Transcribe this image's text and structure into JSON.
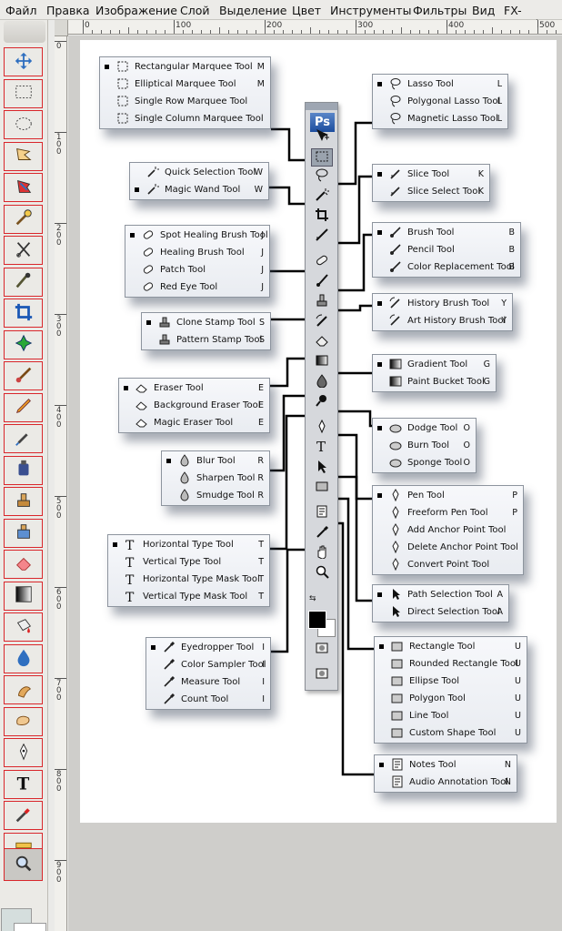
{
  "menubar": {
    "items": [
      "Файл",
      "Правка",
      "Изображение",
      "Слой",
      "Выделение",
      "Цвет",
      "Инструменты",
      "Фильтры",
      "Вид",
      "FX-Foundry"
    ]
  },
  "ruler": {
    "h_ticks": [
      "0",
      "100",
      "200",
      "300",
      "400",
      "500"
    ],
    "v_ticks": [
      "0",
      "1\n0\n0",
      "2\n0\n0",
      "3\n0\n0",
      "4\n0\n0",
      "5\n0\n0",
      "6\n0\n0",
      "7\n0\n0",
      "8\n0\n0",
      "9\n0\n0"
    ]
  },
  "toolbox": {
    "tools": [
      "move-icon",
      "rect-select-icon",
      "ellipse-select-icon",
      "free-select-icon",
      "fuzzy-select-icon",
      "color-select-icon",
      "scissors-icon",
      "foreground-select-icon",
      "crop-icon",
      "heal-icon",
      "brush-icon",
      "pencil-icon",
      "airbrush-icon",
      "ink-icon",
      "clone-icon",
      "perspective-clone-icon",
      "eraser-icon",
      "blend-icon",
      "bucket-icon",
      "blur-icon",
      "smudge-icon",
      "dodge-icon",
      "paths-icon",
      "text-icon",
      "color-picker-icon",
      "measure-icon",
      "zoom-icon"
    ]
  },
  "panel": {
    "logo": "Ps"
  },
  "groups": {
    "marquee": [
      {
        "name": "Rectangular Marquee Tool",
        "key": "M",
        "active": true
      },
      {
        "name": "Elliptical Marquee Tool",
        "key": "M"
      },
      {
        "name": "Single Row Marquee Tool",
        "key": ""
      },
      {
        "name": "Single Column Marquee Tool",
        "key": ""
      }
    ],
    "wand": [
      {
        "name": "Quick Selection Tool",
        "key": "W"
      },
      {
        "name": "Magic Wand Tool",
        "key": "W",
        "active": true
      }
    ],
    "heal": [
      {
        "name": "Spot Healing Brush Tool",
        "key": "J",
        "active": true
      },
      {
        "name": "Healing Brush Tool",
        "key": "J"
      },
      {
        "name": "Patch Tool",
        "key": "J"
      },
      {
        "name": "Red Eye Tool",
        "key": "J"
      }
    ],
    "stamp": [
      {
        "name": "Clone Stamp Tool",
        "key": "S",
        "active": true
      },
      {
        "name": "Pattern Stamp Tool",
        "key": "S"
      }
    ],
    "eraser": [
      {
        "name": "Eraser Tool",
        "key": "E",
        "active": true
      },
      {
        "name": "Background Eraser Tool",
        "key": "E"
      },
      {
        "name": "Magic Eraser Tool",
        "key": "E"
      }
    ],
    "blur": [
      {
        "name": "Blur Tool",
        "key": "R",
        "active": true
      },
      {
        "name": "Sharpen Tool",
        "key": "R"
      },
      {
        "name": "Smudge Tool",
        "key": "R"
      }
    ],
    "type": [
      {
        "name": "Horizontal Type Tool",
        "key": "T",
        "active": true
      },
      {
        "name": "Vertical Type Tool",
        "key": "T"
      },
      {
        "name": "Horizontal Type Mask Tool",
        "key": "T"
      },
      {
        "name": "Vertical Type Mask Tool",
        "key": "T"
      }
    ],
    "eyedrop": [
      {
        "name": "Eyedropper Tool",
        "key": "I",
        "active": true
      },
      {
        "name": "Color Sampler Tool",
        "key": "I"
      },
      {
        "name": "Measure Tool",
        "key": "I"
      },
      {
        "name": "Count Tool",
        "key": "I"
      }
    ],
    "lasso": [
      {
        "name": "Lasso Tool",
        "key": "L",
        "active": true
      },
      {
        "name": "Polygonal Lasso Tool",
        "key": "L"
      },
      {
        "name": "Magnetic Lasso Tool",
        "key": "L"
      }
    ],
    "slice": [
      {
        "name": "Slice Tool",
        "key": "K",
        "active": true
      },
      {
        "name": "Slice Select Tool",
        "key": "K"
      }
    ],
    "brush": [
      {
        "name": "Brush Tool",
        "key": "B",
        "active": true
      },
      {
        "name": "Pencil Tool",
        "key": "B"
      },
      {
        "name": "Color Replacement Tool",
        "key": "B"
      }
    ],
    "history": [
      {
        "name": "History Brush Tool",
        "key": "Y",
        "active": true
      },
      {
        "name": "Art History Brush Tool",
        "key": "Y"
      }
    ],
    "gradient": [
      {
        "name": "Gradient Tool",
        "key": "G",
        "active": true
      },
      {
        "name": "Paint Bucket Tool",
        "key": "G"
      }
    ],
    "dodge": [
      {
        "name": "Dodge Tool",
        "key": "O",
        "active": true
      },
      {
        "name": "Burn Tool",
        "key": "O"
      },
      {
        "name": "Sponge Tool",
        "key": "O"
      }
    ],
    "pen": [
      {
        "name": "Pen Tool",
        "key": "P",
        "active": true
      },
      {
        "name": "Freeform Pen Tool",
        "key": "P"
      },
      {
        "name": "Add Anchor Point Tool",
        "key": ""
      },
      {
        "name": "Delete Anchor Point Tool",
        "key": ""
      },
      {
        "name": "Convert Point Tool",
        "key": ""
      }
    ],
    "path": [
      {
        "name": "Path Selection Tool",
        "key": "A",
        "active": true
      },
      {
        "name": "Direct Selection Tool",
        "key": "A"
      }
    ],
    "shape": [
      {
        "name": "Rectangle Tool",
        "key": "U",
        "active": true
      },
      {
        "name": "Rounded Rectangle Tool",
        "key": "U"
      },
      {
        "name": "Ellipse Tool",
        "key": "U"
      },
      {
        "name": "Polygon Tool",
        "key": "U"
      },
      {
        "name": "Line Tool",
        "key": "U"
      },
      {
        "name": "Custom Shape Tool",
        "key": "U"
      }
    ],
    "notes": [
      {
        "name": "Notes Tool",
        "key": "N",
        "active": true
      },
      {
        "name": "Audio Annotation Tool",
        "key": "N"
      }
    ]
  }
}
